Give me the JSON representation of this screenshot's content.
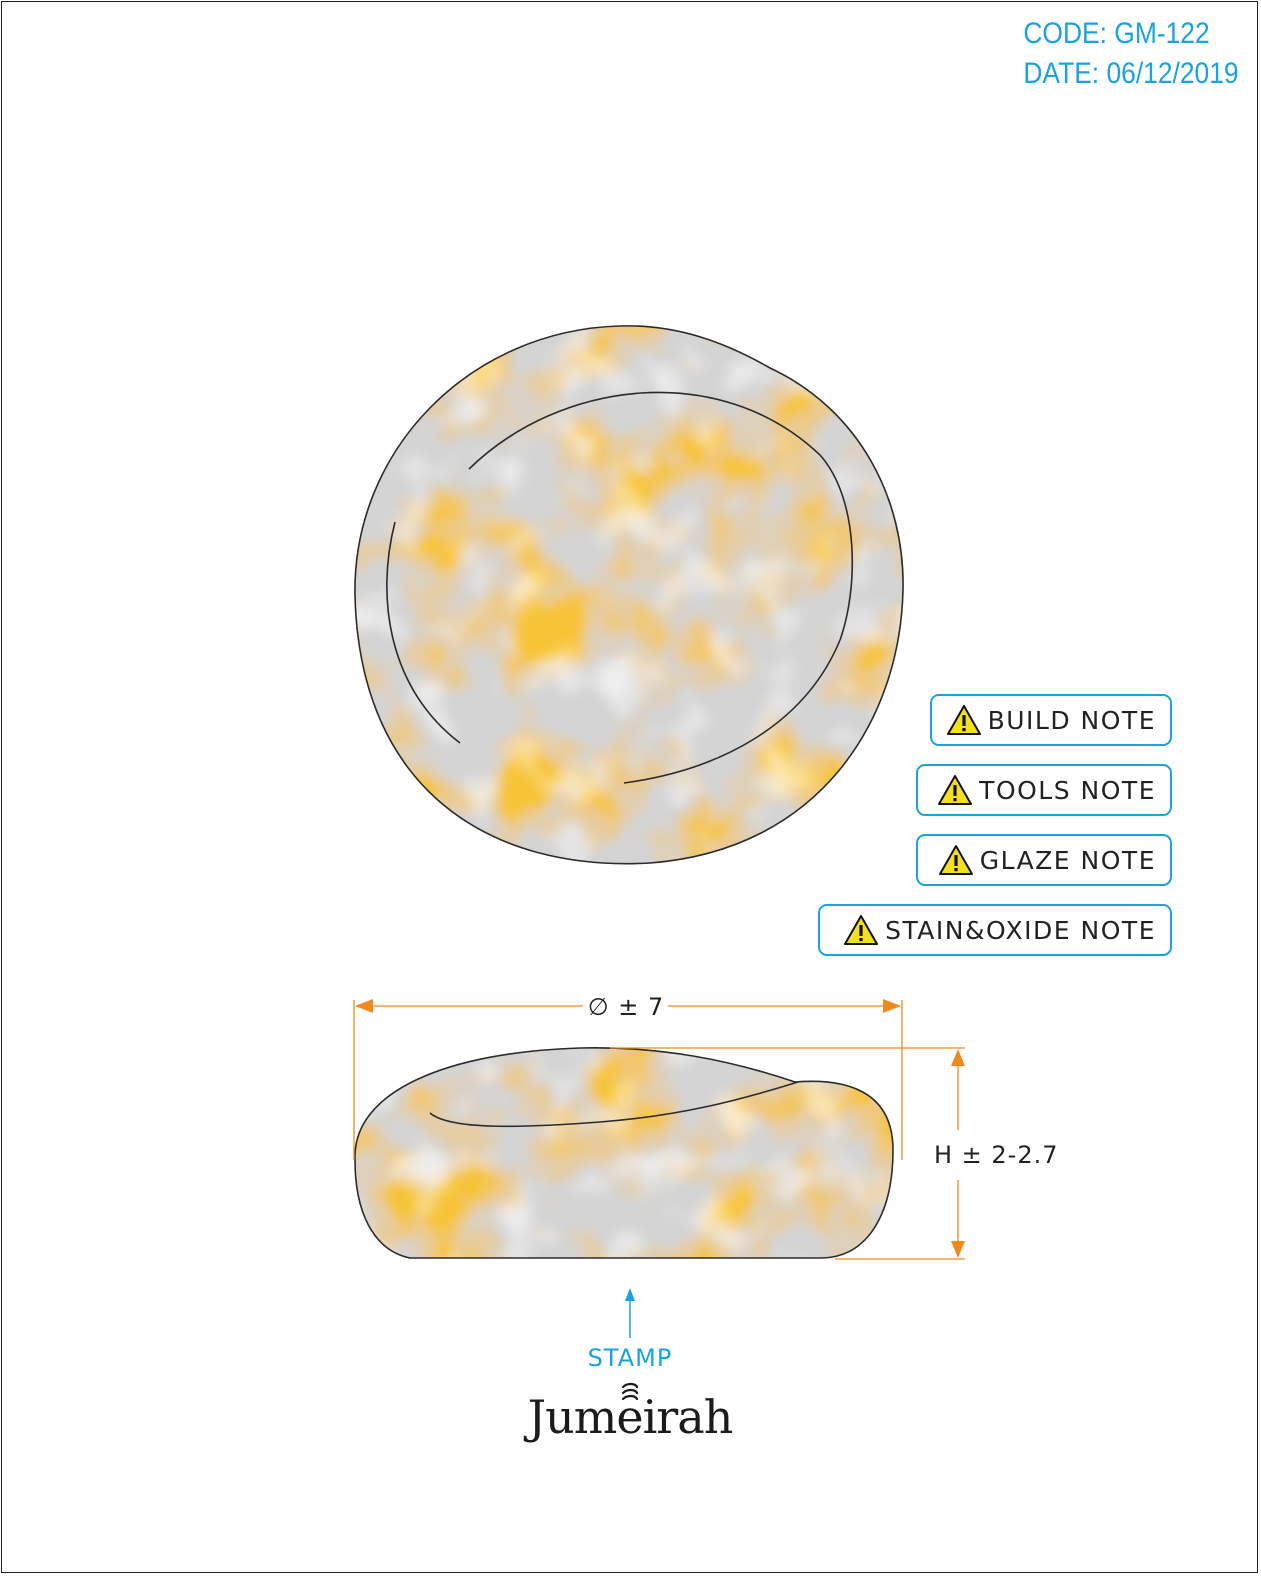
{
  "header": {
    "code": "CODE: GM-122",
    "date": "DATE: 06/12/2019"
  },
  "notes": [
    {
      "label": "BUILD NOTE",
      "icon": "warning-triangle-icon"
    },
    {
      "label": "TOOLS NOTE",
      "icon": "warning-triangle-icon"
    },
    {
      "label": "GLAZE NOTE",
      "icon": "warning-triangle-icon"
    },
    {
      "label": "STAIN&OXIDE NOTE",
      "icon": "warning-triangle-icon"
    }
  ],
  "dimensions": {
    "diameter": "∅ ± 7",
    "height": "H ± 2-2.7"
  },
  "stamp": {
    "label": "STAMP",
    "brand": "Jumeirah"
  },
  "colors": {
    "accent_blue": "#1aa3df",
    "dimension_orange": "#f08a1c",
    "glaze_gray": "#d6d6d6",
    "glaze_yellow": "#f7c437",
    "outline": "#2b2b2b"
  }
}
